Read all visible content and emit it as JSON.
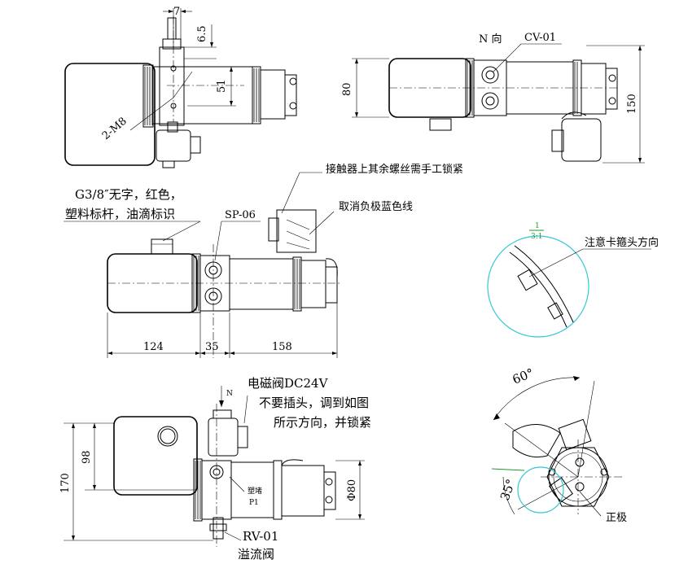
{
  "colors": {
    "line": "#000000",
    "detail_circle": "#35c7d6",
    "detail_marker": "#1a9b2a",
    "background": "#ffffff"
  },
  "top_left_view": {
    "dims": {
      "d7": "7",
      "d6_5": "6.5",
      "d51": "51"
    },
    "labels": {
      "thread": "2-M8"
    }
  },
  "top_right_view": {
    "dims": {
      "d80": "80",
      "d150": "150"
    },
    "labels": {
      "direction": "N 向",
      "valve": "CV-01"
    }
  },
  "middle_view": {
    "notes": {
      "contactor": "接触器上其余螺丝需手工锁紧",
      "cancel_wire": "取消负极蓝色线",
      "cap_line1": "G3/8″无字，红色，",
      "cap_line2": "塑料标杆，油滴标识",
      "sp": "SP-06"
    },
    "dims": {
      "d124": "124",
      "d35": "35",
      "d158": "158"
    }
  },
  "detail_view": {
    "scale_num": "1",
    "scale_den": "3:1",
    "note": "注意卡箍头方向"
  },
  "bottom_left_view": {
    "notes": {
      "solenoid": "电磁阀DC24V",
      "line1": "不要插头，调到如图",
      "line2": "所示方向，并锁紧",
      "n": "N",
      "plug": "塑堵",
      "p1": "P1",
      "rv": "RV-01",
      "relief": "溢流阀"
    },
    "dims": {
      "d98": "98",
      "d170": "170",
      "phi80": "Φ80"
    }
  },
  "bottom_right_view": {
    "dims": {
      "a60": "60°",
      "a35": "35°"
    },
    "labels": {
      "positive": "正极"
    }
  }
}
